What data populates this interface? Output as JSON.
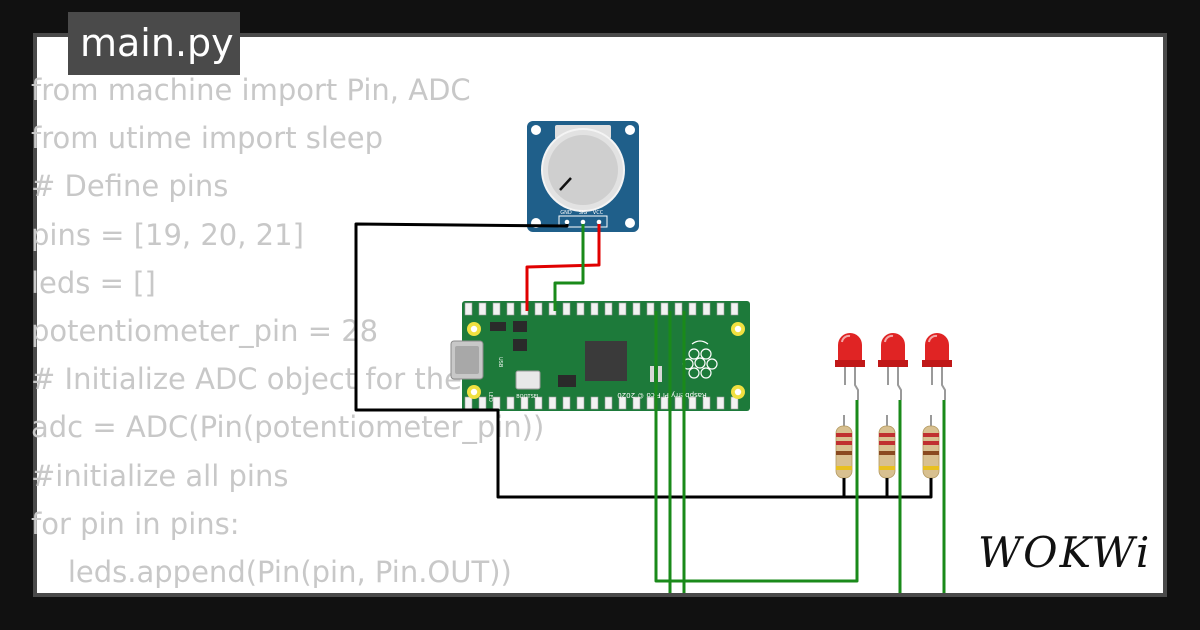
{
  "tab": {
    "filename": "main.py"
  },
  "code_lines": [
    "from machine import Pin, ADC",
    "from utime import sleep",
    "# Define pins",
    "pins = [19, 20, 21]",
    "leds = []",
    "potentiometer_pin = 28",
    "# Initialize ADC object for the potentiometer",
    "adc = ADC(Pin(potentiometer_pin))",
    "#initialize all pins",
    "for pin in pins:",
    "    leds.append(Pin(pin, Pin.OUT))"
  ],
  "potentiometer": {
    "pin_labels": [
      "GND",
      "SIG",
      "VCC"
    ]
  },
  "pico": {
    "usb_label": "USB",
    "bootsel_label": "BOOTSEL",
    "led_label": "LED",
    "board_label": "Raspberry Pi Pico © 2020"
  },
  "leds": [
    {
      "name": "led-1",
      "color": "#e02424"
    },
    {
      "name": "led-2",
      "color": "#e02424"
    },
    {
      "name": "led-3",
      "color": "#e02424"
    }
  ],
  "logo": {
    "text": "WOKWi"
  },
  "colors": {
    "background": "#111111",
    "frame": "#4a4a4a",
    "code_text": "#c8c8c8",
    "pico_green": "#1d7a3a",
    "pot_blue": "#1f5f8a",
    "wire_black": "#000000",
    "wire_red": "#e00000",
    "wire_green": "#1a8a1a"
  }
}
